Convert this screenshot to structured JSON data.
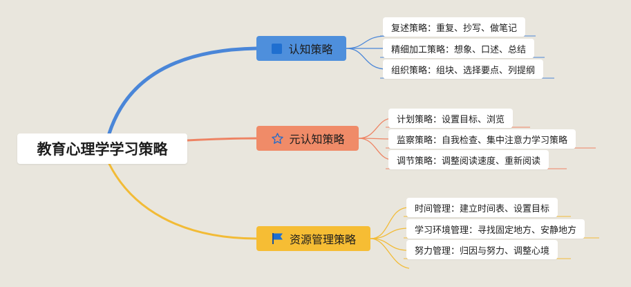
{
  "root": {
    "label": "教育心理学学习策略"
  },
  "branches": [
    {
      "label": "认知策略",
      "icon": "blue-square-icon",
      "color": "#4e8fdc",
      "line_color": "#4a86d8",
      "leaves": [
        "复述策略：重复、抄写、做笔记",
        "精细加工策略：想象、口述、总结",
        "组织策略：组块、选择要点、列提纲"
      ]
    },
    {
      "label": "元认知策略",
      "icon": "star-outline-icon",
      "color": "#f08b68",
      "line_color": "#ee8363",
      "leaves": [
        "计划策略：设置目标、浏览",
        "监察策略：自我检查、集中注意力学习策略",
        "调节策略：调整阅读速度、重新阅读"
      ]
    },
    {
      "label": "资源管理策略",
      "icon": "flag-icon",
      "color": "#f6bd34",
      "line_color": "#f2bb36",
      "leaves": [
        "时间管理：建立时间表、设置目标",
        "学习环境管理：寻找固定地方、安静地方",
        "努力管理：归因与努力、调整心境"
      ]
    }
  ],
  "background_color": "#e9e6dd"
}
